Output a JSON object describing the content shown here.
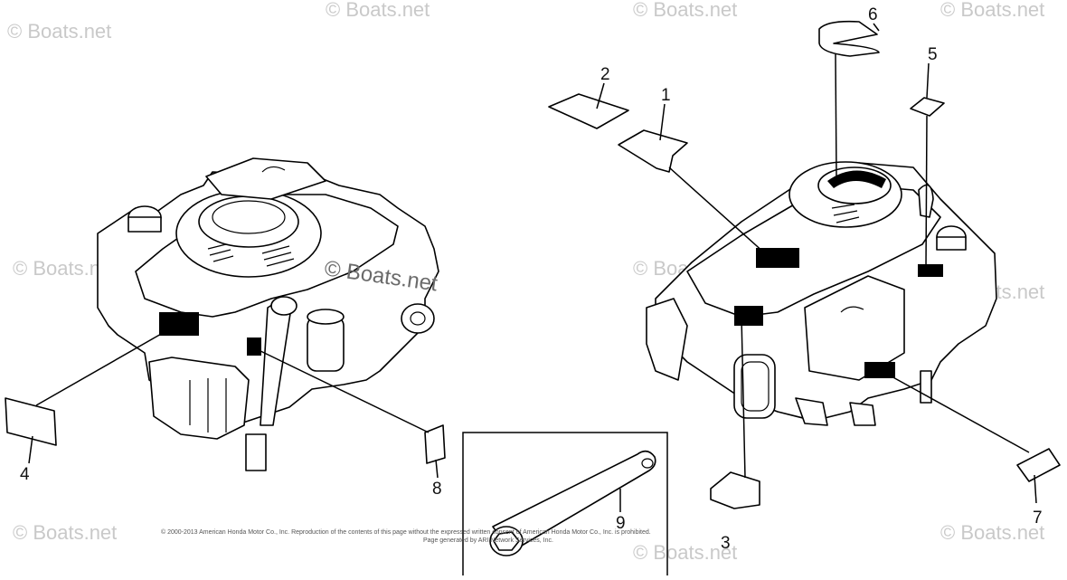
{
  "watermark": {
    "text": "© Boats.net",
    "center_text": "© Boats.net"
  },
  "callouts": [
    "1",
    "2",
    "3",
    "4",
    "5",
    "6",
    "7",
    "8",
    "9"
  ],
  "copyright": {
    "line1": "© 2000-2013 American Honda Motor Co., Inc. Reproduction of the contents of this page without the expressed written consent of American Honda Motor Co., Inc. is prohibited.",
    "line2": "Page generated by ARI Network Services, Inc."
  }
}
